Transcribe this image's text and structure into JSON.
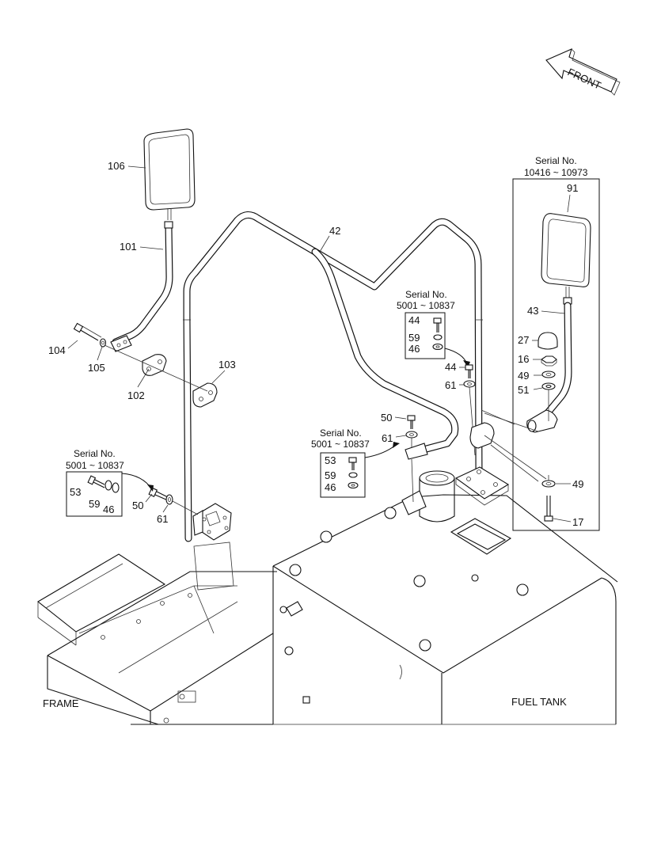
{
  "direction": {
    "label": "FRONT"
  },
  "regions": {
    "frame": "FRAME",
    "fuel_tank": "FUEL TANK"
  },
  "callouts": {
    "p106": "106",
    "p101": "101",
    "p104": "104",
    "p105": "105",
    "p102": "102",
    "p103": "103",
    "p42": "42",
    "p53a": "53",
    "p59a": "59",
    "p46a": "46",
    "p50a": "50",
    "p61a": "61",
    "p44a": "44",
    "p59b": "59",
    "p46b": "46",
    "p44b": "44",
    "p61b": "61",
    "p50b": "50",
    "p61c": "61",
    "p53b": "53",
    "p59c": "59",
    "p46c": "46",
    "p91": "91",
    "p43": "43",
    "p27": "27",
    "p16": "16",
    "p49a": "49",
    "p51": "51",
    "p49b": "49",
    "p17": "17"
  },
  "serial_notes": {
    "left": {
      "title": "Serial No.",
      "range": "5001 ~ 10837"
    },
    "center_top": {
      "title": "Serial No.",
      "range": "5001 ~ 10837"
    },
    "center": {
      "title": "Serial No.",
      "range": "5001 ~ 10837"
    },
    "right": {
      "title": "Serial No.",
      "range": "10416 ~ 10973"
    }
  },
  "colors": {
    "line": "#111111",
    "background": "#ffffff"
  }
}
